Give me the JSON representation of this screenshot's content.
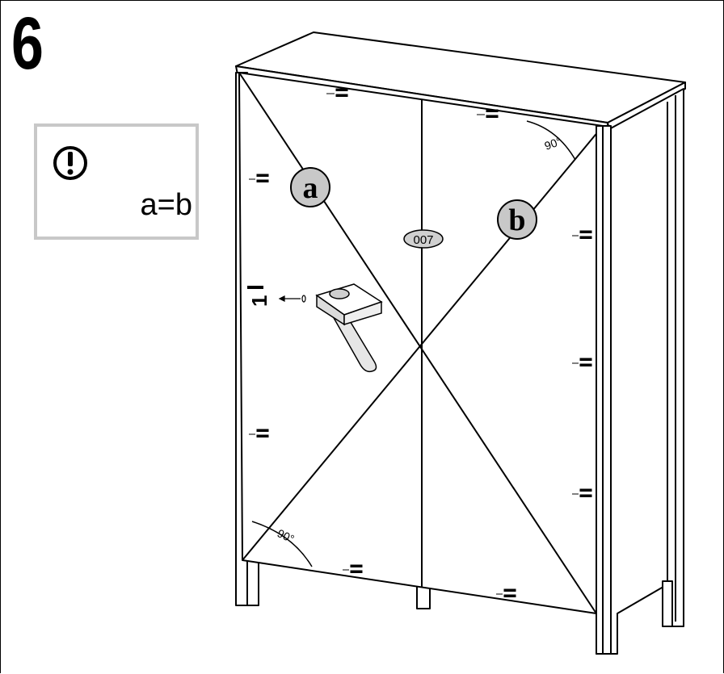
{
  "step_number": "6",
  "note": {
    "icon": "exclamation-circle-icon",
    "text": "a=b"
  },
  "labels": {
    "diagonal_a": "a",
    "diagonal_b": "b",
    "part_code": "007",
    "angle_top": "90°",
    "angle_bottom": "90°",
    "nail_mark": "1"
  }
}
